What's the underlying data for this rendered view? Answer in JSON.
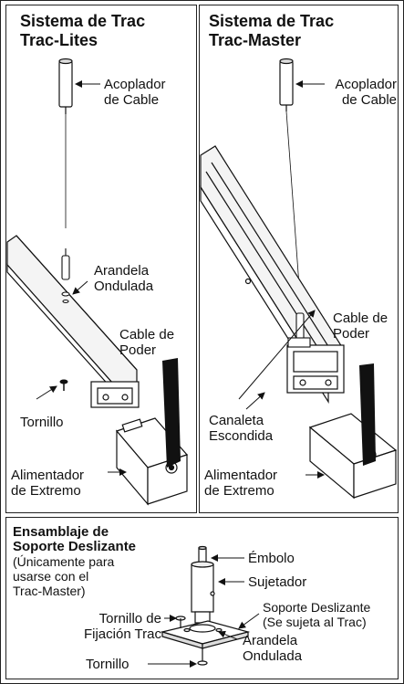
{
  "left_panel": {
    "title_line1": "Sistema de Trac",
    "title_line2": "Trac-Lites",
    "acoplador_l1": "Acoplador",
    "acoplador_l2": "de Cable",
    "arandela_l1": "Arandela",
    "arandela_l2": "Ondulada",
    "cable_l1": "Cable de",
    "cable_l2": "Poder",
    "tornillo": "Tornillo",
    "alimentador_l1": "Alimentador",
    "alimentador_l2": "de Extremo"
  },
  "right_panel": {
    "title_line1": "Sistema de Trac",
    "title_line2": "Trac-Master",
    "acoplador_l1": "Acoplador",
    "acoplador_l2": "de Cable",
    "cable_l1": "Cable de",
    "cable_l2": "Poder",
    "canaleta_l1": "Canaleta",
    "canaleta_l2": "Escondida",
    "alimentador_l1": "Alimentador",
    "alimentador_l2": "de Extremo"
  },
  "bottom_panel": {
    "title_line1": "Ensamblaje de",
    "title_line2": "Soporte Deslizante",
    "note_l1": "(Únicamente para",
    "note_l2": "usarse con el",
    "note_l3": "Trac-Master)",
    "embolo": "Émbolo",
    "sujetador": "Sujetador",
    "soporte_l1": "Soporte Deslizante",
    "soporte_l2": "(Se sujeta al Trac)",
    "fijacion_l1": "Tornillo de",
    "fijacion_l2": "Fijación Trac",
    "arandela_l1": "Arandela",
    "arandela_l2": "Ondulada",
    "tornillo": "Tornillo"
  }
}
